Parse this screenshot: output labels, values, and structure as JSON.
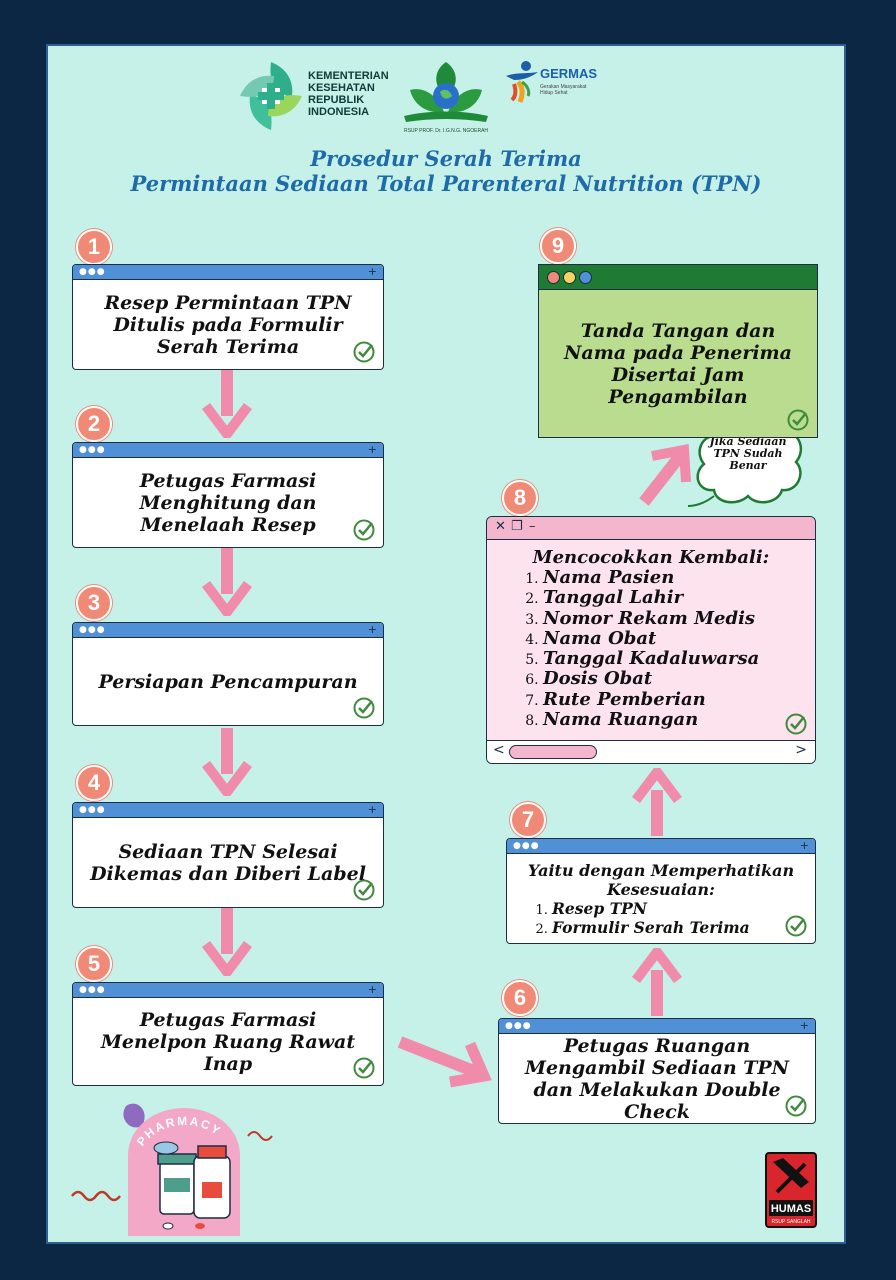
{
  "logos": {
    "kemenkes_lines": [
      "KEMENTERIAN",
      "KESEHATAN",
      "REPUBLIK",
      "INDONESIA"
    ],
    "center_caption": "RSUP PROF. Dr. I.G.N.G. NGOERAH",
    "germas_name": "GERMAS",
    "germas_sub": "Gerakan Masyarakat Hidup Sehat"
  },
  "title": {
    "line1": "Prosedur Serah Terima",
    "line2": "Permintaan Sediaan Total Parenteral Nutrition (TPN)"
  },
  "steps": [
    {
      "num": "1",
      "text": "Resep Permintaan TPN Ditulis pada Formulir Serah Terima"
    },
    {
      "num": "2",
      "text": "Petugas Farmasi Menghitung dan Menelaah Resep"
    },
    {
      "num": "3",
      "text": "Persiapan Pencampuran"
    },
    {
      "num": "4",
      "text": "Sediaan TPN Selesai Dikemas dan Diberi Label"
    },
    {
      "num": "5",
      "text": "Petugas Farmasi Menelpon Ruang Rawat Inap"
    },
    {
      "num": "6",
      "text": "Petugas Ruangan Mengambil Sediaan TPN dan Melakukan Double Check"
    },
    {
      "num": "7",
      "text": "Yaitu dengan Memperhatikan Kesesuaian:",
      "items": [
        "Resep TPN",
        "Formulir Serah Terima"
      ]
    },
    {
      "num": "8",
      "text": "Mencocokkan Kembali:",
      "items": [
        "Nama Pasien",
        "Tanggal Lahir",
        "Nomor Rekam Medis",
        "Nama Obat",
        "Tanggal Kadaluwarsa",
        "Dosis Obat",
        "Rute Pemberian",
        "Nama Ruangan"
      ]
    },
    {
      "num": "9",
      "text": "Tanda Tangan dan Nama pada Penerima Disertai Jam Pengambilan"
    }
  ],
  "cloud_note": "Jika Sediaan TPN Sudah Benar",
  "pharmacy_label": "PHARMACY",
  "humas": {
    "name": "HUMAS",
    "sub": "RSUP SANGLAH"
  },
  "colors": {
    "background": "#0b2744",
    "poster": "#c5f1e9",
    "title": "#1f6aa8",
    "number_badge": "#f08a76",
    "arrow": "#f08bab",
    "window_bar": "#4f90d6",
    "check": "#3f8a3c"
  }
}
